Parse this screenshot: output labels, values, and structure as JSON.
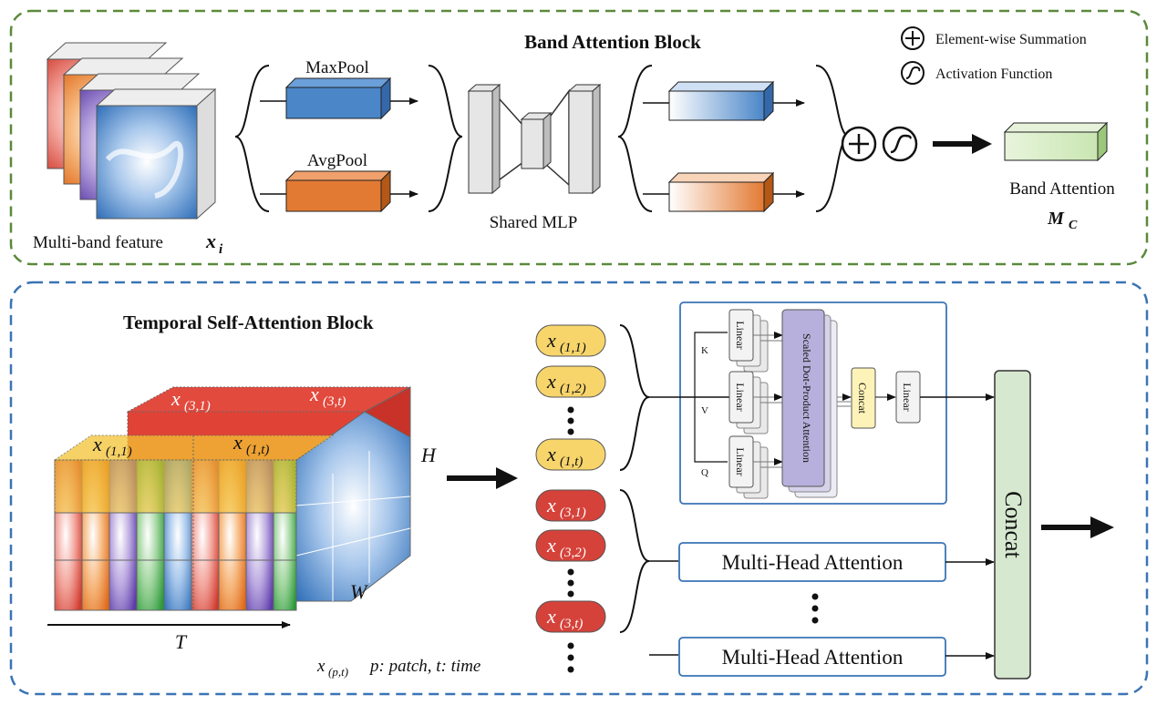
{
  "band": {
    "title": "Band Attention Block",
    "legend_sum": "Element-wise Summation",
    "legend_act": "Activation Function",
    "input_label": "Multi-band feature",
    "input_var": "x",
    "input_sub": "i",
    "maxpool": "MaxPool",
    "avgpool": "AvgPool",
    "mlp": "Shared MLP",
    "output_label": "Band Attention",
    "output_var": "M",
    "output_sub": "C",
    "colors": {
      "border": "#5a8a3a",
      "max": "#4a86c8",
      "avg": "#e37a33",
      "out": "#c9e6b2"
    }
  },
  "temporal": {
    "title": "Temporal Self-Attention Block",
    "cube_labels": [
      "(3,1)",
      "(3,t)",
      "(1,1)",
      "(1,t)"
    ],
    "axis_h": "H",
    "axis_w": "W",
    "axis_t": "T",
    "tokens_yellow": [
      "(1,1)",
      "(1,2)",
      "(1,t)"
    ],
    "tokens_red": [
      "(3,1)",
      "(3,2)",
      "(3,t)"
    ],
    "token_var": "x",
    "legend_sub": "(p,t)",
    "legend_text": "p: patch, t: time",
    "mha": {
      "linear": "Linear",
      "inputs": [
        "K",
        "V",
        "Q"
      ],
      "sdpa": "Scaled Dot-Product Attention",
      "concat": "Concat",
      "linear_out": "Linear"
    },
    "mha_label": "Multi-Head Attention",
    "concat": "Concat",
    "colors": {
      "border": "#3a74b5",
      "yellow": "#f7d56b",
      "red": "#d5423a",
      "sdpa": "#b7b0dc",
      "concat": "#d6e8cf"
    }
  }
}
